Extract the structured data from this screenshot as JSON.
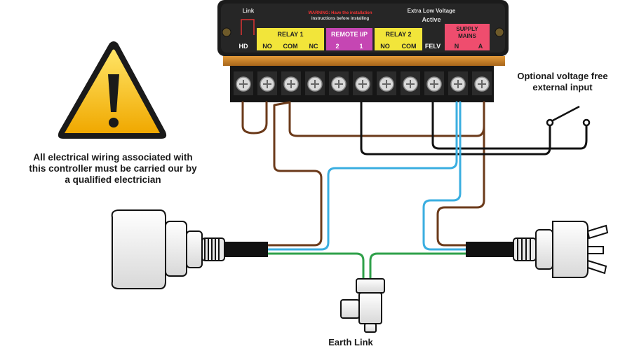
{
  "controller": {
    "link_label": "Link",
    "warning_line1": "WARNING: Have the installation",
    "warning_line2": "instructions before installing",
    "elv_label": "Extra Low Voltage",
    "active_label": "Active",
    "hd_label": "HD",
    "relay1_title": "RELAY 1",
    "relay1_no": "NO",
    "relay1_com": "COM",
    "relay1_nc": "NC",
    "remote_title": "REMOTE I/P",
    "remote_2": "2",
    "remote_1": "1",
    "relay2_title": "RELAY 2",
    "relay2_no": "NO",
    "relay2_com": "COM",
    "felv_label": "FELV",
    "supply_title_line1": "SUPPLY",
    "supply_title_line2": "MAINS",
    "supply_n": "N",
    "supply_a": "A"
  },
  "captions": {
    "warning_line1": "All electrical wiring associated with",
    "warning_line2": "this controller must be carried our by",
    "warning_line3": "a qualified electrician",
    "optional_line1": "Optional voltage free",
    "optional_line2": "external input",
    "earth_link": "Earth Link"
  },
  "colors": {
    "housing": "#1b1b1b",
    "relay_label": "#f2e53a",
    "remote_label": "#c546b3",
    "supply_label": "#ef4d6e",
    "terminal_strip": "#c8801e",
    "wire_brown": "#6b3a1a",
    "wire_blue": "#3aaee0",
    "wire_green": "#2fa04a",
    "wire_black": "#111111",
    "warning_yellow": "#f5c21a"
  },
  "icons": {
    "warning": "warning-triangle-icon",
    "screw": "screw-terminal-icon",
    "socket": "power-socket-icon",
    "plug": "power-plug-icon",
    "switch": "switch-icon",
    "earth": "earth-link-connector-icon"
  }
}
